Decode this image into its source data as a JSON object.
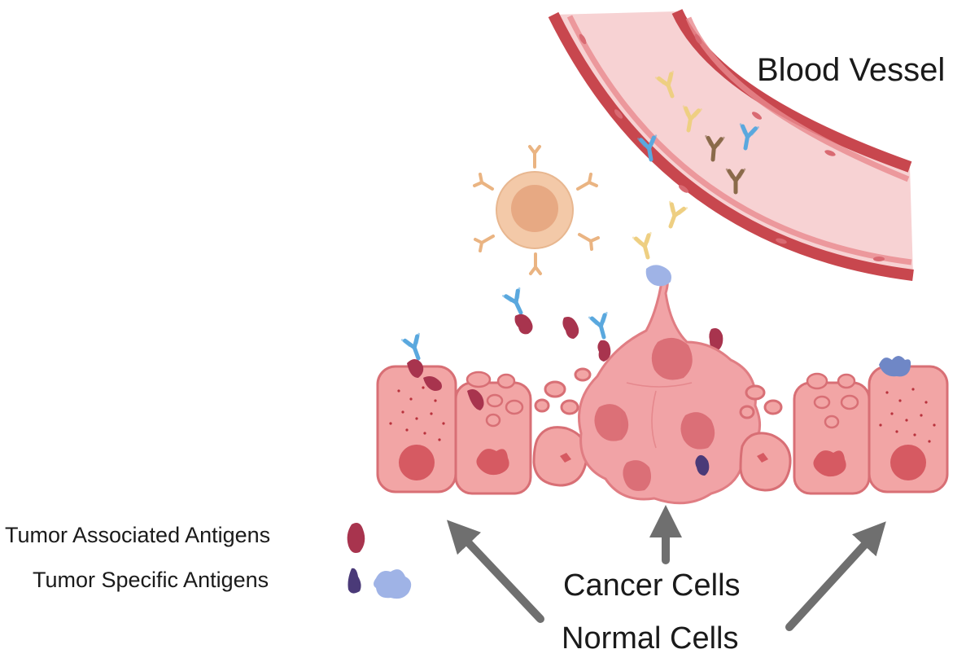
{
  "labels": {
    "blood_vessel": "Blood Vessel",
    "cancer_cells": "Cancer Cells",
    "normal_cells": "Normal Cells",
    "tumor_associated_antigens": "Tumor Associated Antigens",
    "tumor_specific_antigens": "Tumor Specific Antigens"
  },
  "colors": {
    "vessel_wall": "#c8474e",
    "vessel_lumen": "#f7d2d3",
    "normal_cell": "#f2a5a5",
    "cancer_cell": "#f1a3a6",
    "nucleus": "#d65a62",
    "taa_antigen": "#a8344e",
    "tsa_antigen_dark": "#4a3a78",
    "tsa_antigen_light": "#9fb3e6",
    "antibody_blue": "#5aa8de",
    "antibody_yellow": "#eecf82",
    "antibody_brown": "#8a6a4a",
    "t_cell": "#f3c9a8",
    "arrow": "#6f6f6f"
  },
  "icons": [
    "antibody-icon",
    "antigen-icon",
    "t-cell-icon",
    "arrow-icon"
  ]
}
